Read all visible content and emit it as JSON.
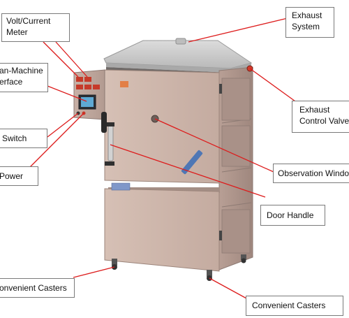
{
  "labels": {
    "volt_current_meter": [
      "Volt/Current",
      "Meter"
    ],
    "hmi": [
      "an-Machine",
      "erface"
    ],
    "switch": "Switch",
    "power": "Power",
    "casters_left": "onvenient Casters",
    "exhaust_system": [
      "Exhaust",
      "System"
    ],
    "exhaust_control_valve": [
      "Exhaust",
      "Control Valve"
    ],
    "observation_window": "Observation Windo",
    "door_handle": "Door Handle",
    "casters_right": "Convenient Casters"
  },
  "colors": {
    "leader_line": "#dd1c1c",
    "box_border": "#7a7a7a",
    "cabinet_body": "#cfb7ac",
    "cabinet_side": "#b79f96",
    "hood": "#c9c9c9"
  }
}
